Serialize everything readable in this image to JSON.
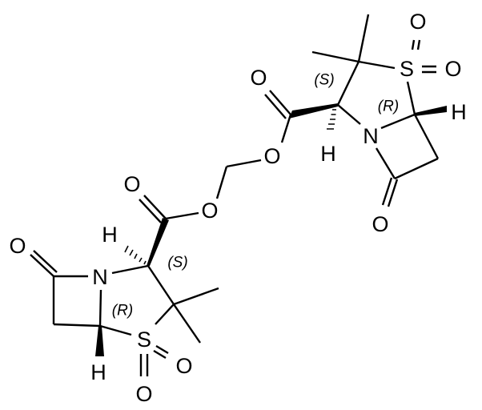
{
  "molecule": {
    "top_unit": {
      "atoms": {
        "o_sulfonyl_up": "O",
        "o_sulfonyl_right": "O",
        "s": "S",
        "o_carbonyl": "O",
        "o_ester": "O",
        "h_alpha": "H",
        "n": "N",
        "h_bridge": "H",
        "o_lactam": "O"
      },
      "stereo": {
        "alpha": "(S)",
        "bridge": "(R)"
      }
    },
    "bottom_unit": {
      "atoms": {
        "o_carbonyl": "O",
        "o_ester": "O",
        "h_alpha": "H",
        "n": "N",
        "o_lactam": "O",
        "h_bridge": "H",
        "s": "S",
        "o_sulfonyl_right": "O",
        "o_sulfonyl_down": "O"
      },
      "stereo": {
        "alpha": "(S)",
        "bridge": "(R)"
      }
    }
  }
}
